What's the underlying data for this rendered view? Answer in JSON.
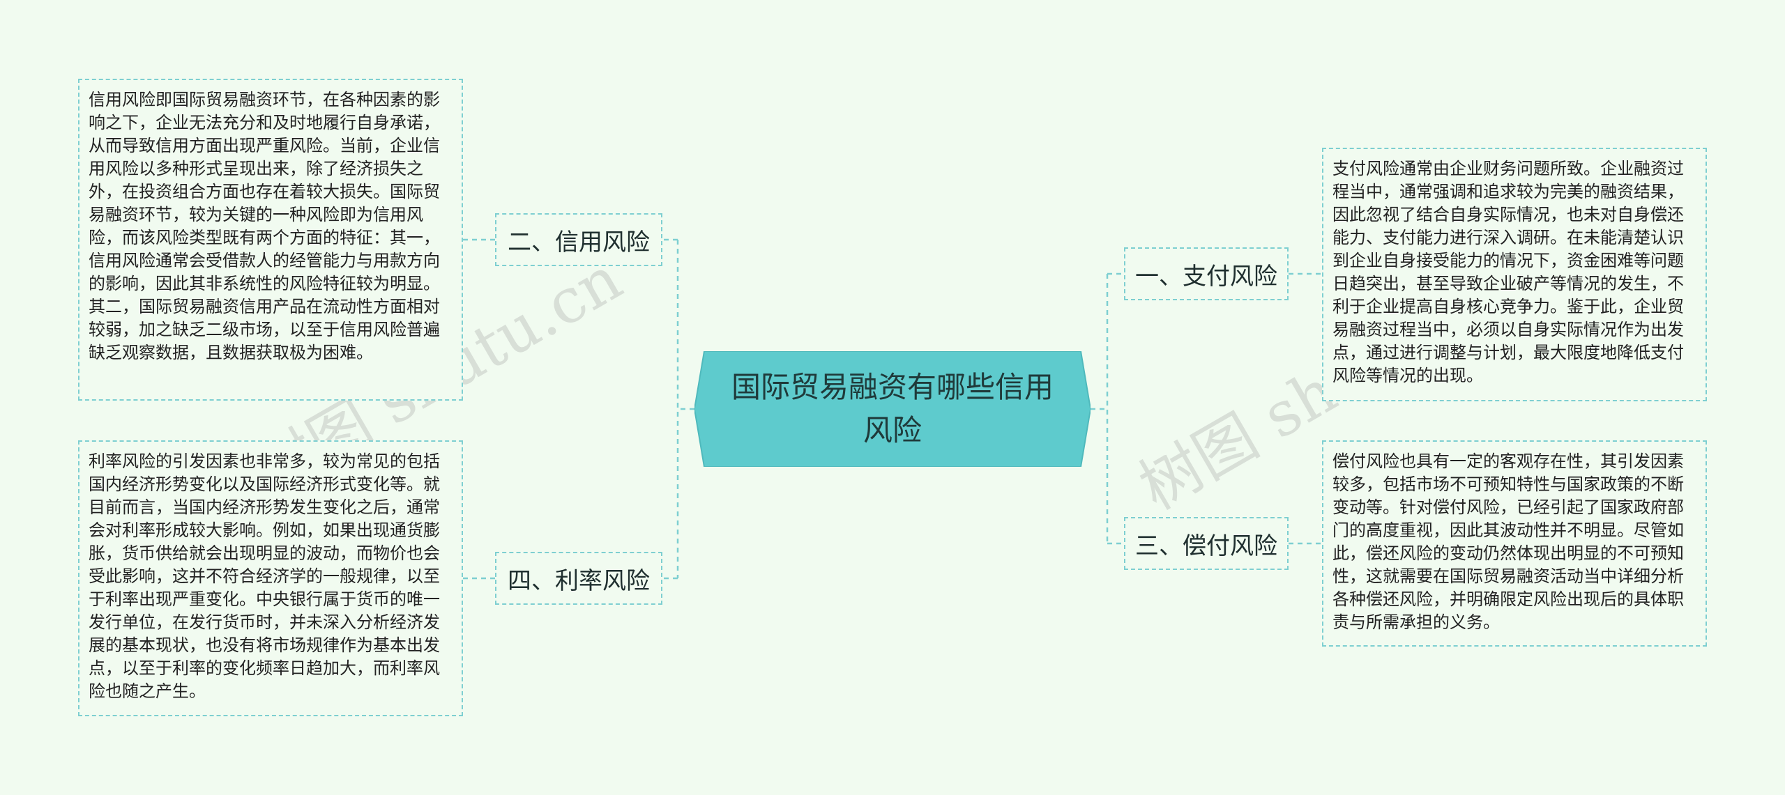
{
  "center": {
    "label": "国际贸易融资有哪些信用风险"
  },
  "branches": [
    {
      "key": "credit",
      "label": "二、信用风险"
    },
    {
      "key": "interest",
      "label": "四、利率风险"
    },
    {
      "key": "payment",
      "label": "一、支付风险"
    },
    {
      "key": "repay",
      "label": "三、偿付风险"
    }
  ],
  "leaves": {
    "credit": "信用风险即国际贸易融资环节，在各种因素的影响之下，企业无法充分和及时地履行自身承诺，从而导致信用方面出现严重风险。当前，企业信用风险以多种形式呈现出来，除了经济损失之外，在投资组合方面也存在着较大损失。国际贸易融资环节，较为关键的一种风险即为信用风险，而该风险类型既有两个方面的特征：其一，信用风险通常会受借款人的经管能力与用款方向的影响，因此其非系统性的风险特征较为明显。其二，国际贸易融资信用产品在流动性方面相对较弱，加之缺乏二级市场，以至于信用风险普遍缺乏观察数据，且数据获取极为困难。",
    "interest": "利率风险的引发因素也非常多，较为常见的包括国内经济形势变化以及国际经济形式变化等。就目前而言，当国内经济形势发生变化之后，通常会对利率形成较大影响。例如，如果出现通货膨胀，货币供给就会出现明显的波动，而物价也会受此影响，这并不符合经济学的一般规律，以至于利率出现严重变化。中央银行属于货币的唯一发行单位，在发行货币时，并未深入分析经济发展的基本现状，也没有将市场规律作为基本出发点，以至于利率的变化频率日趋加大，而利率风险也随之产生。",
    "payment": "支付风险通常由企业财务问题所致。企业融资过程当中，通常强调和追求较为完美的融资结果，因此忽视了结合自身实际情况，也未对自身偿还能力、支付能力进行深入调研。在未能清楚认识到企业自身接受能力的情况下，资金困难等问题日趋突出，甚至导致企业破产等情况的发生，不利于企业提高自身核心竞争力。鉴于此，企业贸易融资过程当中，必须以自身实际情况作为出发点，通过进行调整与计划，最大限度地降低支付风险等情况的出现。",
    "repay": "偿付风险也具有一定的客观存在性，其引发因素较多，包括市场不可预知特性与国家政策的不断变动等。针对偿付风险，已经引起了国家政府部门的高度重视，因此其波动性并不明显。尽管如此，偿还风险的变动仍然体现出明显的不可预知性，这就需要在国际贸易融资活动当中详细分析各种偿还风险，并明确限定风险出现后的具体职责与所需承担的义务。"
  },
  "watermarks": [
    "树图 shutu.cn",
    "树图 shutu.cn"
  ],
  "colors": {
    "background": "#f1fbf0",
    "center_fill": "#5ecbcd",
    "center_stroke": "#4fb9bc",
    "dashed_border": "#7ecfd1"
  }
}
